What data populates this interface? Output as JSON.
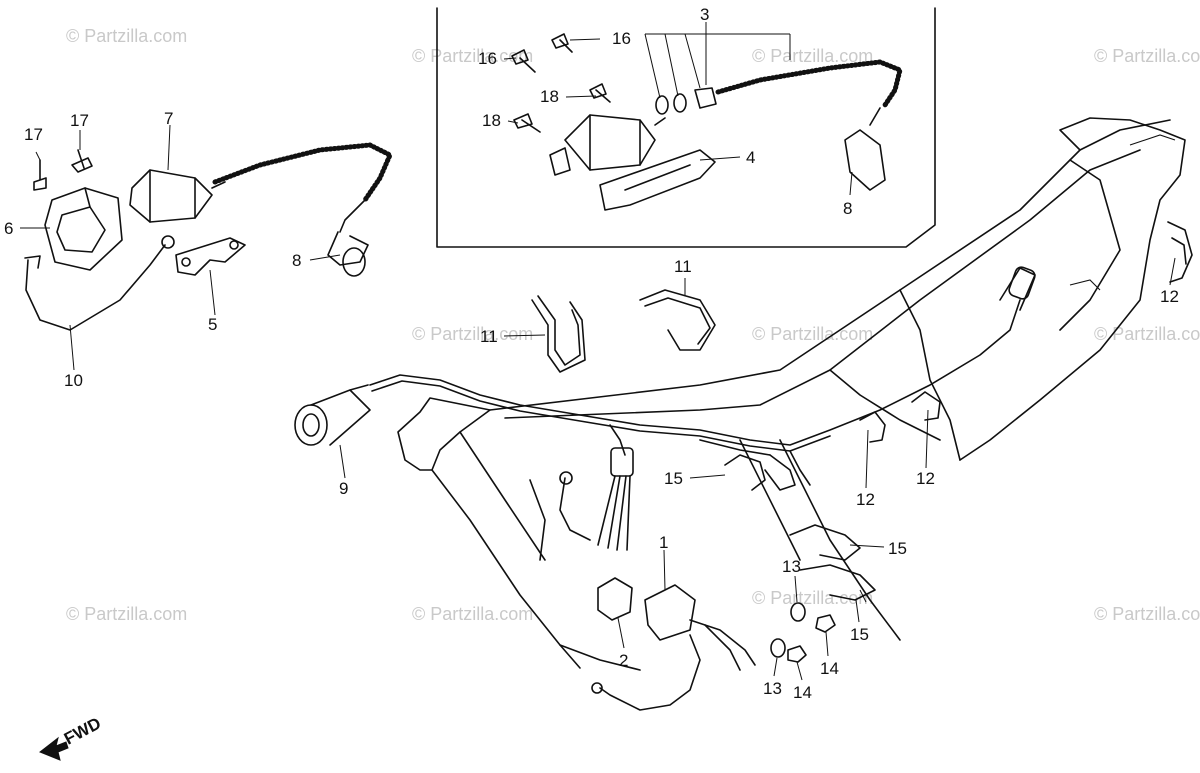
{
  "watermark": "© Partzilla.com",
  "direction_label": "FWD",
  "callouts": {
    "c1": "1",
    "c2": "2",
    "c3": "3",
    "c4": "4",
    "c5": "5",
    "c6": "6",
    "c7": "7",
    "c8a": "8",
    "c8b": "8",
    "c9": "9",
    "c10": "10",
    "c11a": "11",
    "c11b": "11",
    "c12a": "12",
    "c12b": "12",
    "c12c": "12",
    "c13a": "13",
    "c13b": "13",
    "c14a": "14",
    "c14b": "14",
    "c15a": "15",
    "c15b": "15",
    "c15c": "15",
    "c16a": "16",
    "c16b": "16",
    "c17a": "17",
    "c17b": "17",
    "c18a": "18",
    "c18b": "18"
  }
}
